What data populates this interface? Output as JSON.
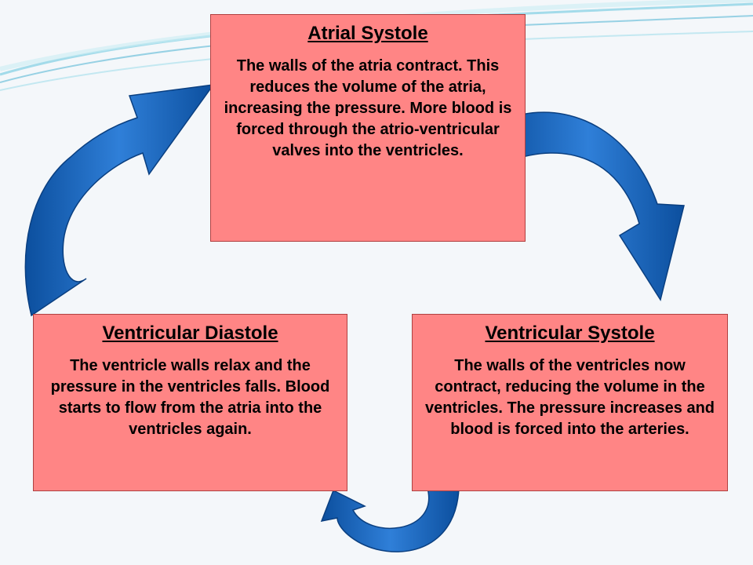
{
  "colors": {
    "box_fill": "#ff8585",
    "arrow_light": "#3f8fe6",
    "arrow_dark": "#0c4f9e",
    "swoosh": "#7fcbe0"
  },
  "stages": {
    "atrial_systole": {
      "title": "Atrial Systole",
      "description": "The walls of the atria contract.  This reduces the volume of the atria, increasing the pressure.  More blood is forced through the atrio-ventricular valves into the ventricles."
    },
    "ventricular_diastole": {
      "title": "Ventricular Diastole",
      "description": "The ventricle walls relax and the pressure in the ventricles falls. Blood starts to flow from the atria into the ventricles again."
    },
    "ventricular_systole": {
      "title": "Ventricular Systole",
      "description": "The walls of the ventricles now contract, reducing the volume in the ventricles. The pressure increases and blood is forced into the arteries."
    }
  }
}
